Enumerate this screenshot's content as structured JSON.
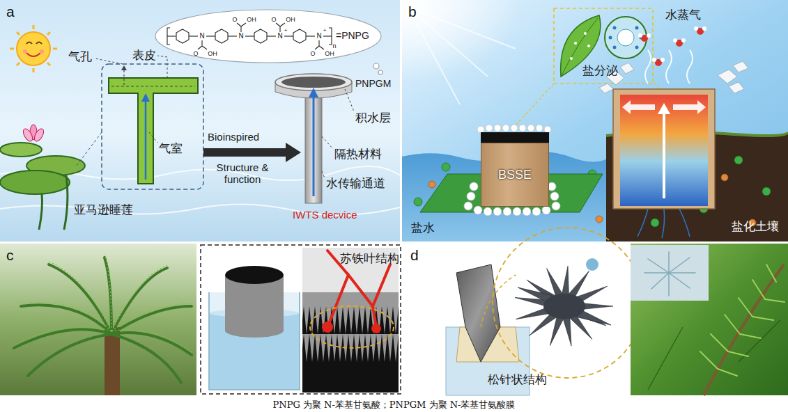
{
  "diagram": {
    "caption": "PNPG 为聚 N-苯基甘氨酸；PNPGM 为聚 N-苯基甘氨酸膜",
    "nodes": [
      {
        "text": [
          "a"
        ]
      },
      {
        "text": [
          "b"
        ]
      },
      {
        "text": [
          "BSSE"
        ],
        "in": 1
      },
      {
        "text": [
          "c"
        ]
      },
      {
        "text": [
          "d"
        ]
      }
    ],
    "labels": [
      "气孔",
      "表皮",
      "气室",
      "亚马逊睡莲",
      "Bioinspired",
      "Structure & function",
      "PNPGM",
      "积水层",
      "隔热材料",
      "水传输通道",
      "IWTS decvice",
      "=PNPG",
      "N",
      "O",
      "OH",
      "N",
      "O",
      "OH",
      "N",
      "+",
      "O",
      "OH",
      "N",
      "+",
      "O",
      "OH",
      "n",
      "水蒸气",
      "盐分泌",
      "盐水",
      "盐化土壤",
      "苏铁叶结构",
      "松针状结构"
    ]
  }
}
